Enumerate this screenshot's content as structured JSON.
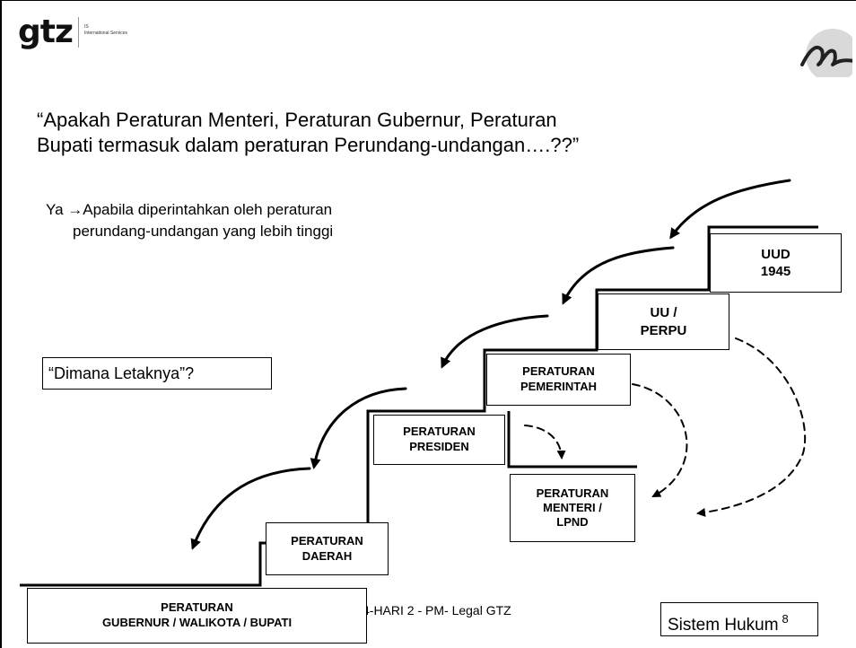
{
  "logo": {
    "text": "gtz",
    "sub_line1": "IS",
    "sub_line2": "International Services"
  },
  "heading": {
    "line1": "“Apakah Peraturan Menteri, Peraturan Gubernur, Peraturan",
    "line2": "Bupati termasuk dalam peraturan Perundang-undangan….??”"
  },
  "answer": {
    "line1": "Ya →Apabila diperintahkan oleh peraturan",
    "line2": "perundang-undangan  yang lebih tinggi"
  },
  "question_box": "“Dimana Letaknya”?",
  "boxes": {
    "uud": [
      "UUD",
      "1945"
    ],
    "uu": [
      "UU /",
      "PERPU"
    ],
    "pp": [
      "PERATURAN",
      "PEMERINTAH"
    ],
    "perpres": [
      "PERATURAN",
      "PRESIDEN"
    ],
    "permen": [
      "PERATURAN",
      "MENTERI /",
      "LPND"
    ],
    "perda": [
      "PERATURAN",
      "DAERAH"
    ],
    "pergub": [
      "PERATURAN",
      "GUBERNUR / WALIKOTA / BUPATI"
    ]
  },
  "footer": {
    "center_text": "4-HARI 2 - PM- Legal GTZ",
    "label": "Sistem Hukum",
    "page_number": "8"
  },
  "colors": {
    "line": "#000000",
    "background": "#ffffff",
    "corner_logo_circle": "#d9d9d9"
  }
}
